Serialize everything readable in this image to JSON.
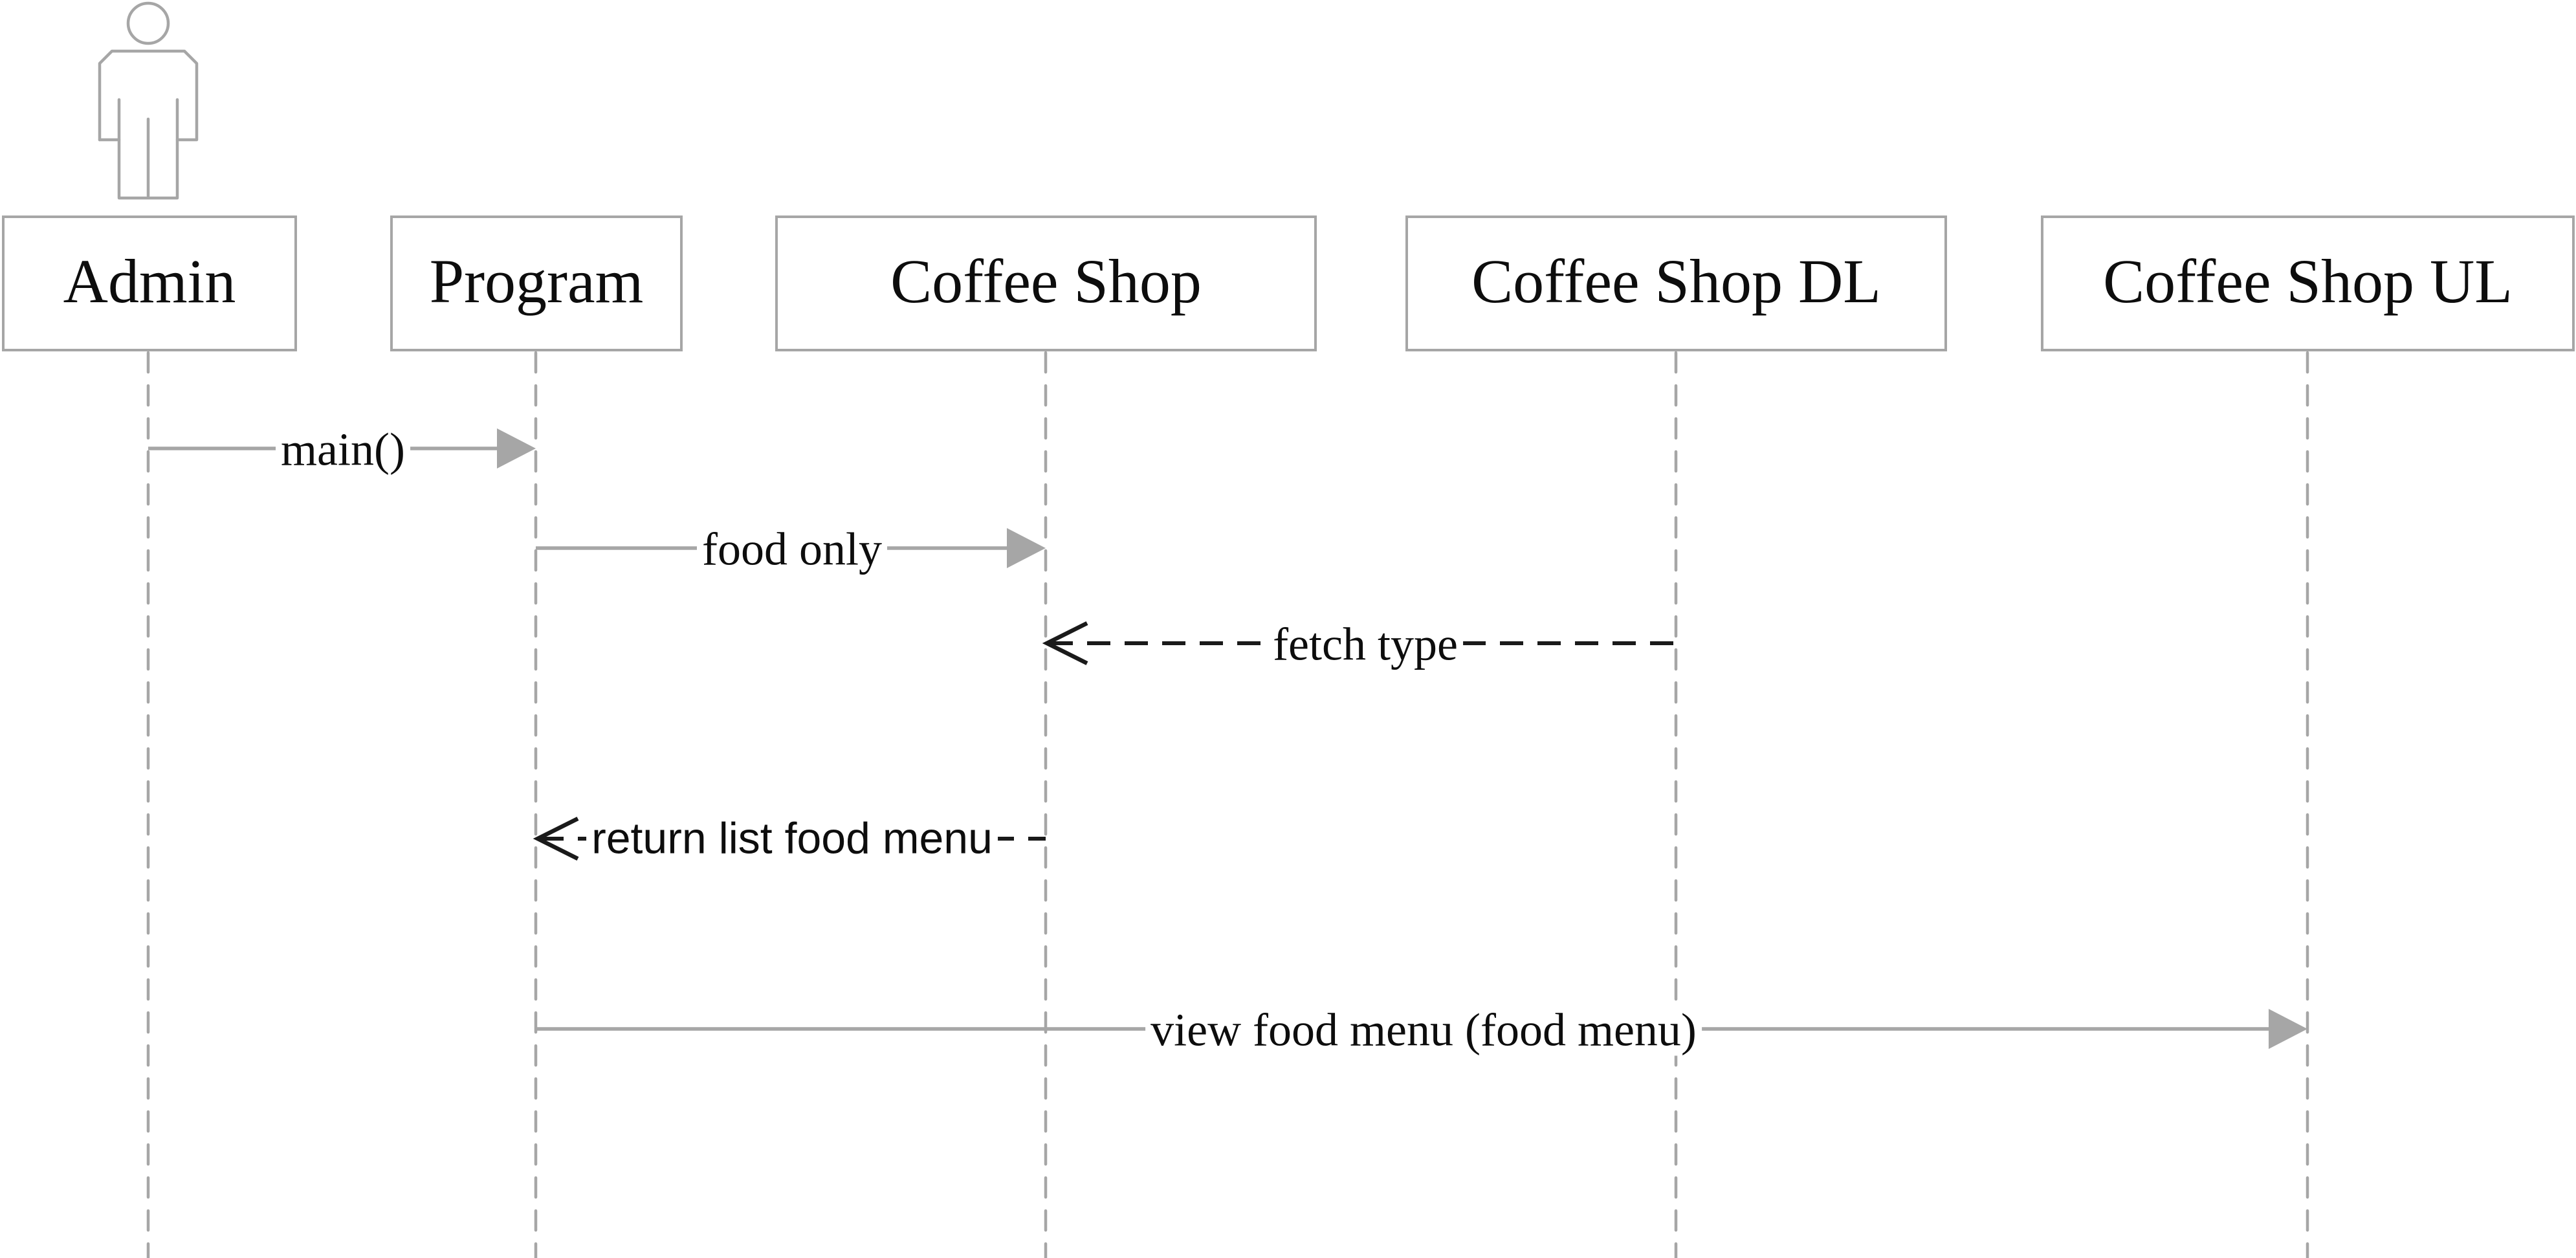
{
  "diagram": {
    "kind": "uml-sequence-diagram",
    "background_color": "#ffffff",
    "colors": {
      "shape_gray": "#a6a6a6",
      "label_text": "#0d0d0d",
      "dashed_message_line": "#1a1a1a"
    },
    "participants": [
      {
        "id": "admin",
        "label": "Admin",
        "has_person_icon": true
      },
      {
        "id": "program",
        "label": "Program",
        "has_person_icon": false
      },
      {
        "id": "coffee-shop",
        "label": "Coffee Shop",
        "has_person_icon": false
      },
      {
        "id": "coffee-shop-dl",
        "label": "Coffee Shop DL",
        "has_person_icon": false
      },
      {
        "id": "coffee-shop-ul",
        "label": "Coffee Shop UL",
        "has_person_icon": false
      }
    ],
    "messages": [
      {
        "label": "main()",
        "from": "Admin",
        "to": "Program",
        "line": "solid",
        "arrowhead": "filled-gray",
        "direction": "right"
      },
      {
        "label": "food only",
        "from": "Program",
        "to": "Coffee Shop",
        "line": "solid",
        "arrowhead": "filled-gray",
        "direction": "right"
      },
      {
        "label": "fetch type",
        "from": "Coffee Shop DL",
        "to": "Coffee Shop",
        "line": "dashed",
        "arrowhead": "open-black",
        "direction": "left"
      },
      {
        "label": "return list food menu",
        "from": "Coffee Shop",
        "to": "Program",
        "line": "dashed",
        "arrowhead": "open-black",
        "direction": "left"
      },
      {
        "label": "view food menu (food menu)",
        "from": "Program",
        "to": "Coffee Shop UL",
        "line": "solid",
        "arrowhead": "filled-gray",
        "direction": "right"
      }
    ]
  }
}
